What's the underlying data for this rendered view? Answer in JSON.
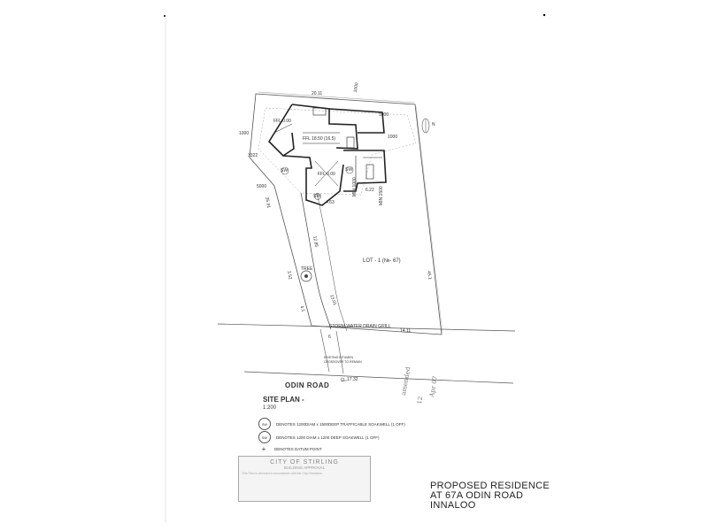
{
  "plan": {
    "road_name": "ODIN ROAD",
    "title": "SITE PLAN -",
    "scale": "1:200",
    "lot_label": "LOT - 1 (№- 67)",
    "north_label": "N",
    "storm_drain_label": "STORM WATER DRAIN GRILL",
    "crossover_label": "EXISTING BITUMEN CROSSOVER TO REMAIN",
    "tree_label": "TREE",
    "dimensions": {
      "top_width": "20.11",
      "top_offset": "1000",
      "left_offset": "1000",
      "right_offset_a": "1000",
      "right_offset_b": "1000",
      "left_setback": "3322",
      "left_setback_2": "5000",
      "inner_a": "6.22",
      "inner_b": "4.63",
      "inner_c": "12.85",
      "left_side": "35.91",
      "left_side_2": "3.52",
      "diag": "13.01",
      "diag_2": "4.1",
      "right_side": "45.1",
      "bottom_width": "14.11",
      "road_dim": "6",
      "datum": "17.32",
      "min_a": "MIN 1000",
      "min_b": "MIN 1500"
    },
    "room_labels": [
      "FFL 0.00",
      "FFL 18.50 (16.5)",
      "FFL 0.00",
      "SW",
      "SW",
      "SW"
    ]
  },
  "legend": [
    {
      "symbol": "SW",
      "text": "DENOTES 1200DIAM x 1500DEEP TRAFFICABLE SOAKWELL (1 OFF)"
    },
    {
      "symbol": "SW",
      "text": "DENOTES 1200 DIAM x 1200 DEEP SOAKWELL (1 OFF)"
    },
    {
      "symbol": "+",
      "text": "DENOTES DATUM POINT"
    }
  ],
  "stamp": {
    "heading": "CITY OF STIRLING",
    "line1": "BUILDING APPROVAL",
    "fine": "This Plan is deemed in accordance with the City Directions"
  },
  "title_block": {
    "line1": "PROPOSED RESIDENCE",
    "line2": "AT 67A ODIN ROAD",
    "line3": "INNALOO"
  },
  "handwriting": {
    "a": "amended",
    "b": "12",
    "c": "Apr 07"
  }
}
